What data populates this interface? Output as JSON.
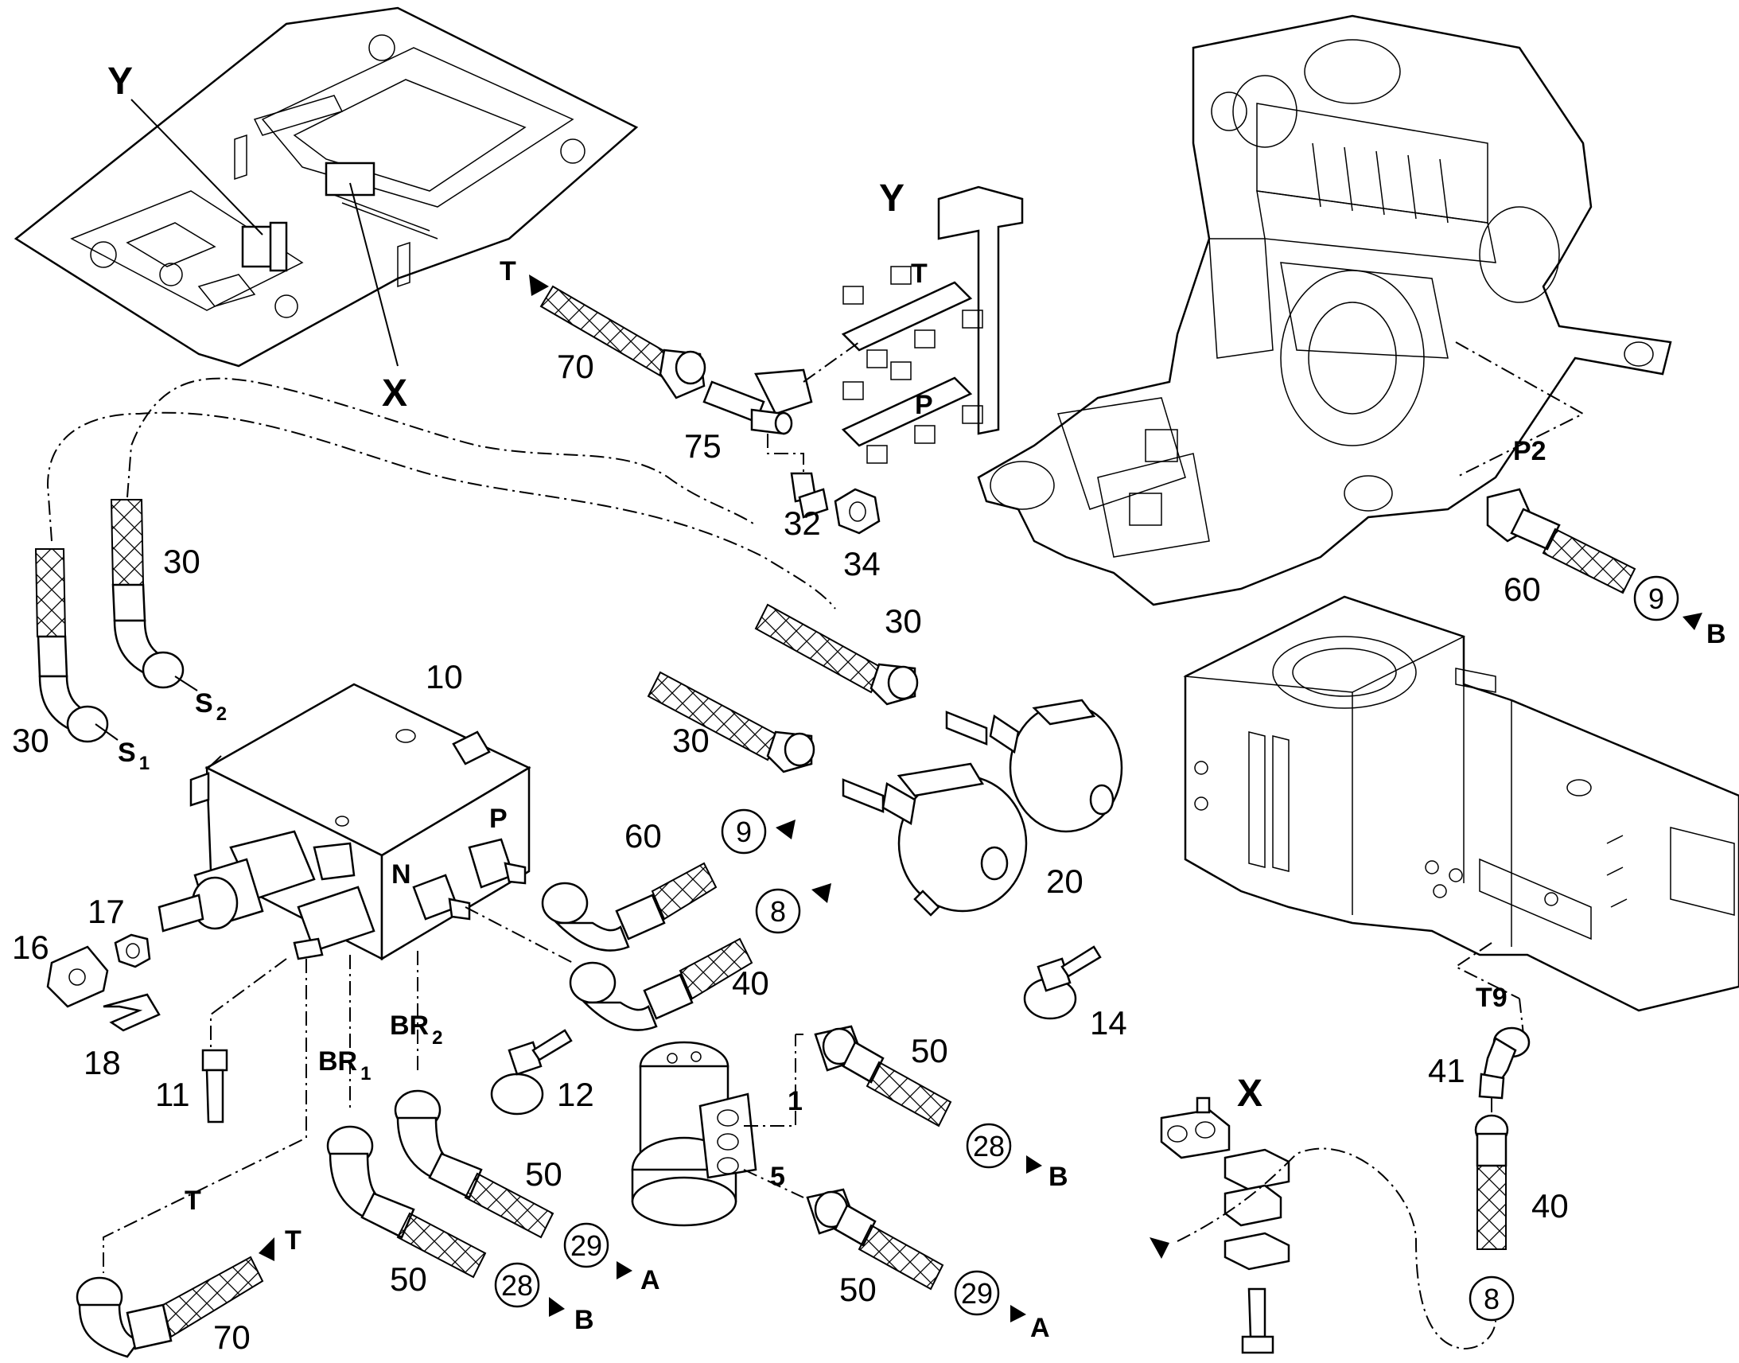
{
  "labels": {
    "x_top": "X",
    "y_top": "Y",
    "y_detail": "Y",
    "x_detail": "X",
    "t_arrow_top": "T",
    "p70_top": "70",
    "p75": "75",
    "p32": "32",
    "p34": "34",
    "y_T": "T",
    "y_P": "P",
    "p30_a": "30",
    "p30_b": "30",
    "p30_c": "30",
    "p30_d": "30",
    "p10": "10",
    "s1_main": "S",
    "s1_sub": "1",
    "s2_main": "S",
    "s2_sub": "2",
    "port_P": "P",
    "port_N": "N",
    "p60_mid": "60",
    "c9_mid": "9",
    "c8_mid": "8",
    "p40_mid": "40",
    "p20": "20",
    "p17": "17",
    "p16": "16",
    "p18": "18",
    "p11": "11",
    "br1_main": "BR",
    "br1_sub": "1",
    "br2_main": "BR",
    "br2_sub": "2",
    "p12": "12",
    "p14": "14",
    "p50_a": "50",
    "p50_b": "50",
    "p50_c": "50",
    "p50_d": "50",
    "mark1": "1",
    "mark5": "5",
    "c28_a": "28",
    "B_a": "B",
    "c29_a": "29",
    "A_a": "A",
    "c28_b": "28",
    "B_b": "B",
    "c29_b": "29",
    "A_b": "A",
    "T_bot": "T",
    "T_bot_arrow": "T",
    "p70_bot": "70",
    "P2": "P2",
    "p60_right": "60",
    "c9_right": "9",
    "B_right": "B",
    "T9": "T9",
    "p41": "41",
    "p40_right": "40",
    "c8_right": "8"
  }
}
